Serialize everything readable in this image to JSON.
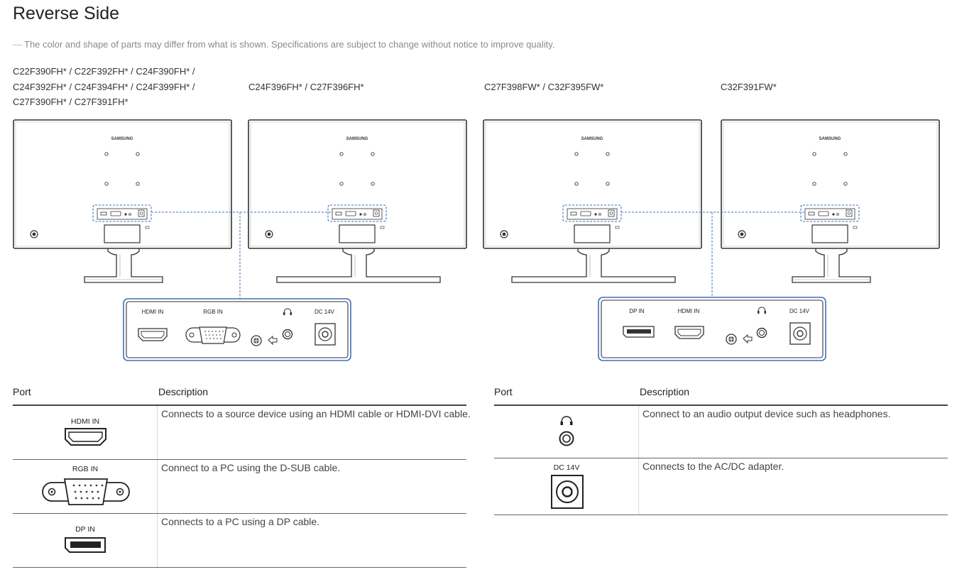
{
  "page": {
    "title": "Reverse Side",
    "note_dash": "—",
    "note": "The color and shape of parts may differ from what is shown. Specifications are subject to change without notice to improve quality."
  },
  "models": [
    {
      "lines": [
        "C22F390FH* / C22F392FH* / C24F390FH* /",
        "C24F392FH* / C24F394FH* / C24F399FH* /",
        "C27F390FH* / C27F391FH*"
      ]
    },
    {
      "lines": [
        "C24F396FH* / C27F396FH*"
      ]
    },
    {
      "lines": [
        "C27F398FW* / C32F395FW*"
      ]
    },
    {
      "lines": [
        "C32F391FW*"
      ]
    }
  ],
  "monitor_brand": "SAMSUNG",
  "port_panels": {
    "left": {
      "labels": [
        "HDMI IN",
        "RGB IN",
        "DC 14V"
      ]
    },
    "right": {
      "labels": [
        "DP IN",
        "HDMI IN",
        "DC 14V"
      ]
    }
  },
  "tables": {
    "left": {
      "headers": [
        "Port",
        "Description"
      ],
      "rows": [
        {
          "port_label": "HDMI IN",
          "icon": "hdmi-port-icon",
          "description": "Connects to a source device using an HDMI cable or HDMI-DVI cable."
        },
        {
          "port_label": "RGB IN",
          "icon": "vga-port-icon",
          "description": "Connect to a PC using the D-SUB cable."
        },
        {
          "port_label": "DP IN",
          "icon": "displayport-icon",
          "description": "Connects to a PC using a DP cable."
        }
      ]
    },
    "right": {
      "headers": [
        "Port",
        "Description"
      ],
      "rows": [
        {
          "port_label": "",
          "icon": "headphone-jack-icon",
          "description": "Connect to an audio output device such as headphones."
        },
        {
          "port_label": "DC 14V",
          "icon": "dc-power-port-icon",
          "description": "Connects to the AC/DC adapter."
        }
      ]
    }
  },
  "colors": {
    "callout": "#3f6fc0",
    "line": "#333333",
    "text": "#333333"
  }
}
